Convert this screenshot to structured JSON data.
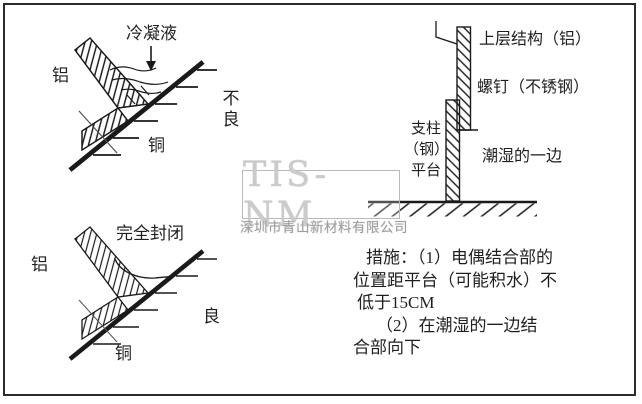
{
  "diagram_top_left": {
    "condensate_label": "冷凝液",
    "aluminum_label": "铝",
    "copper_label": "铜",
    "verdict_label": "不良"
  },
  "diagram_bottom_left": {
    "seal_label": "完全封闭",
    "aluminum_label": "铝",
    "copper_label": "铜",
    "verdict_label": "良"
  },
  "diagram_right": {
    "upper_structure_label": "上层结构（铝）",
    "screw_label": "螺钉（不锈钢）",
    "pillar_label_lines": [
      "支柱",
      "（钢）",
      "平台"
    ],
    "wet_side_label": "潮湿的一边"
  },
  "measures": {
    "lines": [
      "措施：（1）电偶结合部的",
      "位置距平台（可能积水）不",
      "低于15CM",
      "（2）在潮湿的一边结",
      "合部向下"
    ]
  },
  "watermark": {
    "logo_text": "TIS-NM",
    "company_name": "深圳市青山新材料有限公司"
  },
  "colors": {
    "line_color": "#1a1a1a",
    "watermark_gray": "#cbcbcb",
    "company_gray": "#9f9f9f"
  }
}
